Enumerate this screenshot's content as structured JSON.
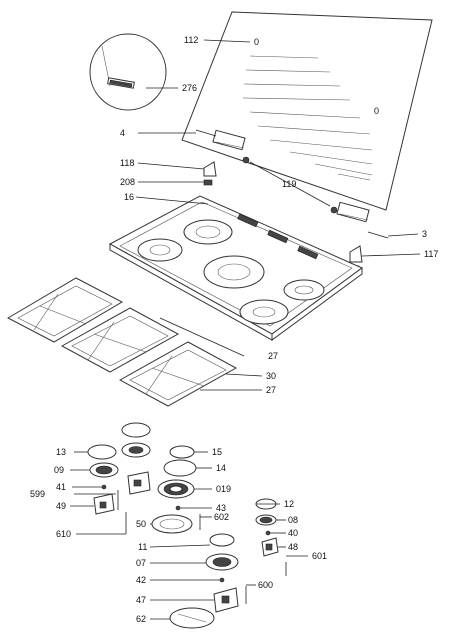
{
  "labels": {
    "l112": "112",
    "l276": "276",
    "l4": "4",
    "l118": "118",
    "l119": "119",
    "l208": "208",
    "l16": "16",
    "l3": "3",
    "l117": "117",
    "l27a": "27",
    "l30": "30",
    "l27b": "27",
    "l13": "13",
    "l15": "15",
    "l09": "09",
    "l14": "14",
    "l41": "41",
    "l019": "019",
    "l599": "599",
    "l12": "12",
    "l49": "49",
    "l43": "43",
    "l08": "08",
    "l50": "50",
    "l602": "602",
    "l40": "40",
    "l610": "610",
    "l48": "48",
    "l11": "11",
    "l601": "601",
    "l07": "07",
    "l42": "42",
    "l600": "600",
    "l47": "47",
    "l62": "62",
    "glass_mark_top": "0",
    "glass_mark_right": "0"
  }
}
